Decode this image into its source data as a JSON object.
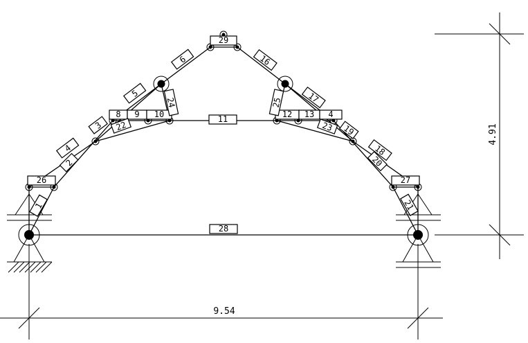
{
  "dimensions": {
    "span": "9.54",
    "height": "4.91"
  },
  "member_labels": {
    "m1": "1",
    "m2": "2",
    "m3": "3",
    "m4": "4",
    "m5": "5",
    "m6": "6",
    "m8": "8",
    "m9": "9",
    "m10": "10",
    "m11": "11",
    "m12": "12",
    "m13": "13",
    "m14": "4",
    "m16": "16",
    "m17": "17",
    "m18": "18",
    "m19": "19",
    "m20": "20",
    "m21": "21",
    "m22": "22",
    "m23": "23",
    "m24": "24",
    "m25": "25",
    "m26": "26",
    "m27": "27",
    "m28": "28",
    "m29": "29"
  },
  "supports": {
    "left": "fixed-pin",
    "right": "roller"
  }
}
